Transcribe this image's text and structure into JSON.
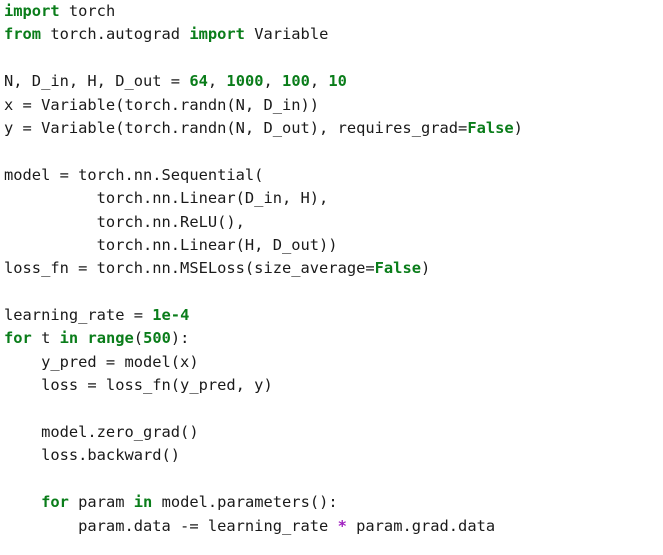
{
  "code_lines": [
    [
      {
        "t": "import",
        "c": "kw"
      },
      {
        "t": " torch",
        "c": "txt"
      }
    ],
    [
      {
        "t": "from",
        "c": "kw"
      },
      {
        "t": " torch.autograd ",
        "c": "txt"
      },
      {
        "t": "import",
        "c": "kw"
      },
      {
        "t": " Variable",
        "c": "txt"
      }
    ],
    [],
    [
      {
        "t": "N, D_in, H, D_out = ",
        "c": "txt"
      },
      {
        "t": "64",
        "c": "num"
      },
      {
        "t": ", ",
        "c": "txt"
      },
      {
        "t": "1000",
        "c": "num"
      },
      {
        "t": ", ",
        "c": "txt"
      },
      {
        "t": "100",
        "c": "num"
      },
      {
        "t": ", ",
        "c": "txt"
      },
      {
        "t": "10",
        "c": "num"
      }
    ],
    [
      {
        "t": "x = Variable(torch.randn(N, D_in))",
        "c": "txt"
      }
    ],
    [
      {
        "t": "y = Variable(torch.randn(N, D_out), requires_grad=",
        "c": "txt"
      },
      {
        "t": "False",
        "c": "kw"
      },
      {
        "t": ")",
        "c": "txt"
      }
    ],
    [],
    [
      {
        "t": "model = torch.nn.Sequential(",
        "c": "txt"
      }
    ],
    [
      {
        "t": "          torch.nn.Linear(D_in, H),",
        "c": "txt"
      }
    ],
    [
      {
        "t": "          torch.nn.ReLU(),",
        "c": "txt"
      }
    ],
    [
      {
        "t": "          torch.nn.Linear(H, D_out))",
        "c": "txt"
      }
    ],
    [
      {
        "t": "loss_fn = torch.nn.MSELoss(size_average=",
        "c": "txt"
      },
      {
        "t": "False",
        "c": "kw"
      },
      {
        "t": ")",
        "c": "txt"
      }
    ],
    [],
    [
      {
        "t": "learning_rate = ",
        "c": "txt"
      },
      {
        "t": "1e-4",
        "c": "num"
      }
    ],
    [
      {
        "t": "for",
        "c": "kw"
      },
      {
        "t": " t ",
        "c": "txt"
      },
      {
        "t": "in",
        "c": "kw"
      },
      {
        "t": " ",
        "c": "txt"
      },
      {
        "t": "range",
        "c": "fn"
      },
      {
        "t": "(",
        "c": "txt"
      },
      {
        "t": "500",
        "c": "num"
      },
      {
        "t": "):",
        "c": "txt"
      }
    ],
    [
      {
        "t": "    y_pred = model(x)",
        "c": "txt"
      }
    ],
    [
      {
        "t": "    loss = loss_fn(y_pred, y)",
        "c": "txt"
      }
    ],
    [],
    [
      {
        "t": "    model.zero_grad()",
        "c": "txt"
      }
    ],
    [
      {
        "t": "    loss.backward()",
        "c": "txt"
      }
    ],
    [],
    [
      {
        "t": "    ",
        "c": "txt"
      },
      {
        "t": "for",
        "c": "kw"
      },
      {
        "t": " param ",
        "c": "txt"
      },
      {
        "t": "in",
        "c": "kw"
      },
      {
        "t": " model.parameters():",
        "c": "txt"
      }
    ],
    [
      {
        "t": "        param.data -= learning_rate ",
        "c": "txt"
      },
      {
        "t": "*",
        "c": "op"
      },
      {
        "t": " param.grad.data",
        "c": "txt"
      }
    ]
  ],
  "colors": {
    "keyword": "#0a7d1a",
    "operator": "#a020c0",
    "text": "#1a1a1a",
    "background": "#ffffff"
  }
}
